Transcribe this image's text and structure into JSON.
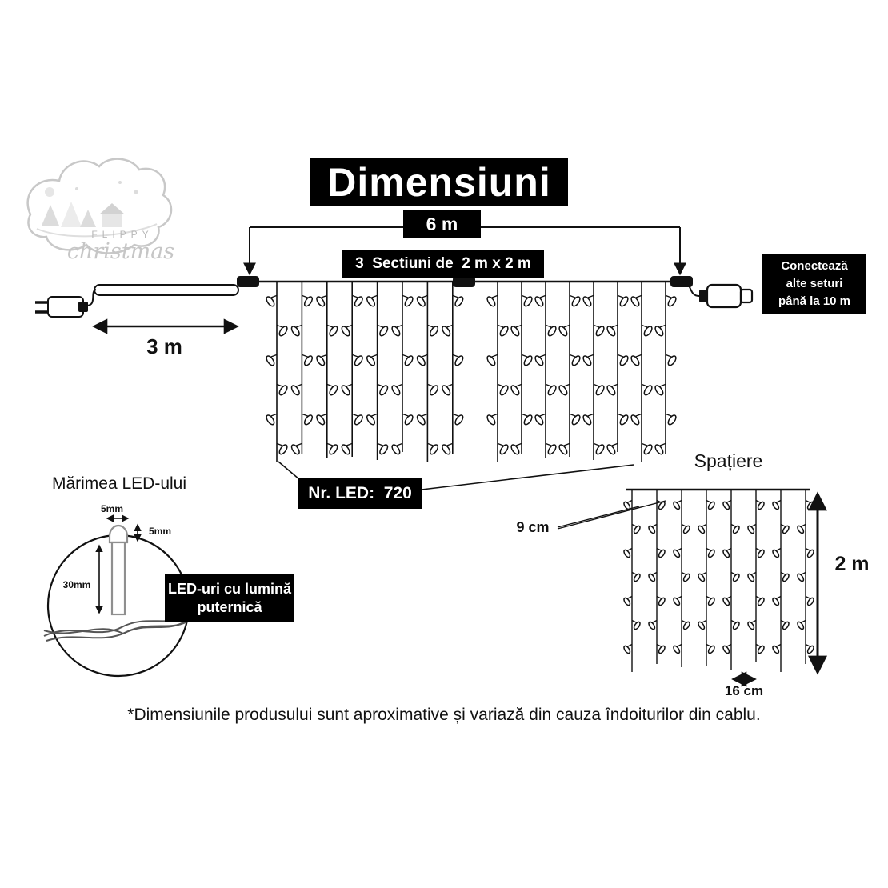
{
  "title": "Dimensiuni",
  "logo": {
    "name_top": "FLIPPY",
    "name_script": "christmas"
  },
  "dimensions": {
    "total_width": "6 m",
    "sections": "3  Sectiuni de  2 m x 2 m",
    "lead_length": "3 m",
    "led_count": "Nr. LED:  720"
  },
  "connect_note": {
    "lines": [
      "Conectează",
      "alte seturi",
      "până la 10 m"
    ]
  },
  "spacing": {
    "title": "Spațiere",
    "led_gap": "9 cm",
    "drop_height": "2 m",
    "string_gap": "16 cm"
  },
  "led_size": {
    "title": "Mărimea LED-ului",
    "bulb_width": "5mm",
    "bulb_height": "5mm",
    "body_height": "30mm",
    "note_lines": [
      "LED-uri cu lumină",
      "puternică"
    ]
  },
  "footer": "*Dimensiunile produsului sunt aproximative și variază din cauza îndoiturilor din cablu.",
  "colors": {
    "ink": "#111111",
    "box_bg": "#000000",
    "logo_gray": "#c6c6c6"
  }
}
